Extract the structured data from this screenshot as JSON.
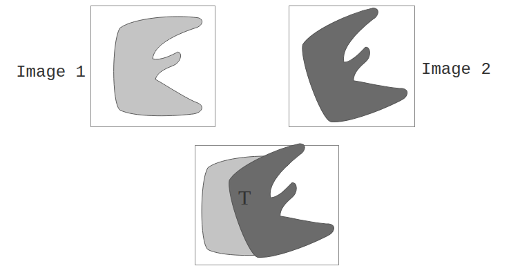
{
  "diagram": {
    "nodes": [
      {
        "text": [
          "Image 1"
        ]
      },
      {
        "text": [
          "Image 2"
        ]
      },
      {
        "text": [
          "T"
        ]
      }
    ]
  }
}
